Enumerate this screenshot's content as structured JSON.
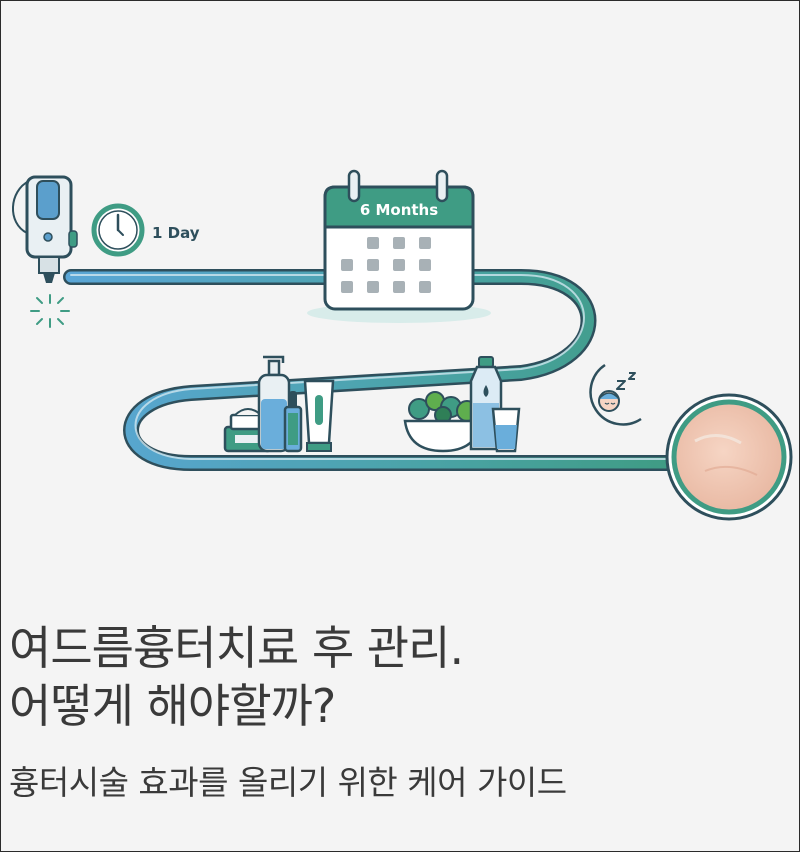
{
  "illustration": {
    "day_label": "1 Day",
    "calendar_label": "6 Months"
  },
  "headline": {
    "line1": "여드름흉터치료 후 관리.",
    "line2": "어떻게 해야할까?"
  },
  "subtitle": "흉터시술 효과를 올리기 위한 케어 가이드",
  "colors": {
    "teal": "#3f9c84",
    "blue": "#5b9fcc",
    "dark_outline": "#2e4f5c",
    "text": "#3a3a3a"
  }
}
